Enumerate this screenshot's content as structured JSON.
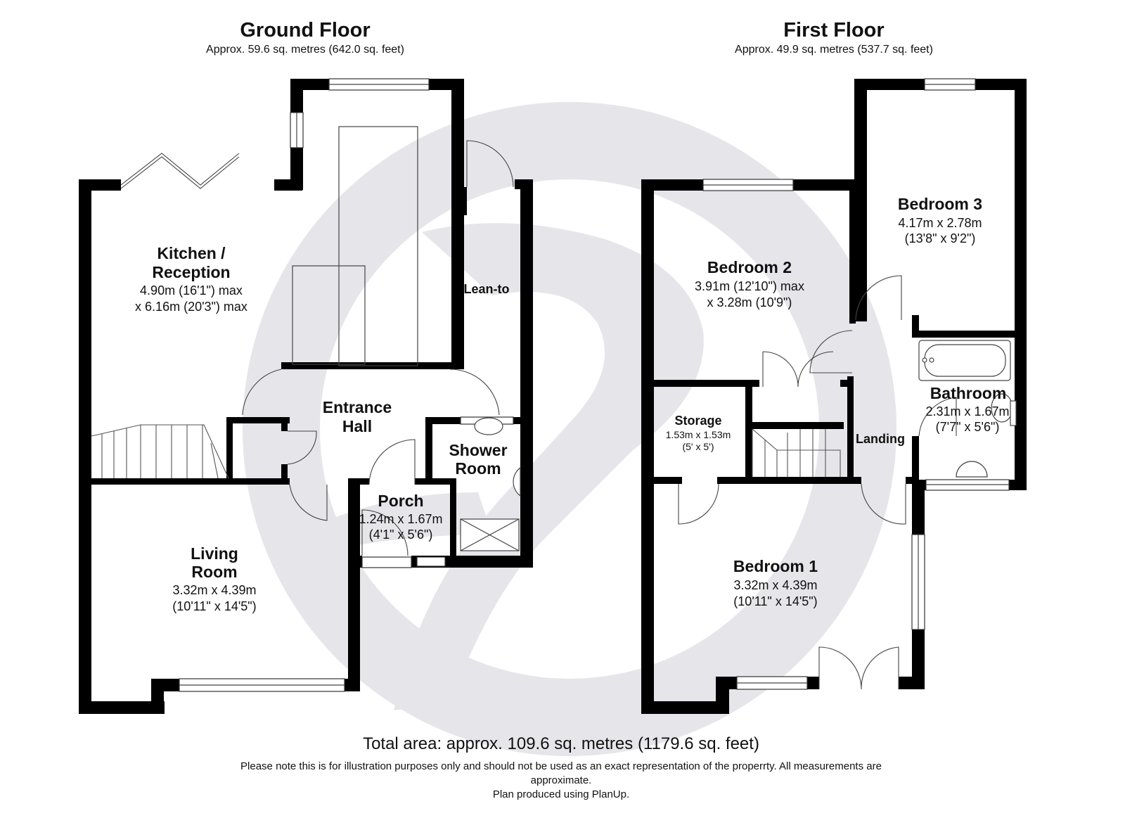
{
  "ground_floor": {
    "title": "Ground Floor",
    "area": "Approx. 59.6 sq. metres (642.0 sq. feet)",
    "rooms": {
      "kitchen": {
        "name_line1": "Kitchen /",
        "name_line2": "Reception",
        "dim_line1": "4.90m (16'1\") max",
        "dim_line2": "x 6.16m (20'3\") max"
      },
      "lean_to": {
        "name": "Lean-to"
      },
      "entrance_hall": {
        "name_line1": "Entrance",
        "name_line2": "Hall"
      },
      "shower_room": {
        "name_line1": "Shower",
        "name_line2": "Room"
      },
      "porch": {
        "name": "Porch",
        "dim_line1": "1.24m x 1.67m",
        "dim_line2": "(4'1\" x 5'6\")"
      },
      "living_room": {
        "name_line1": "Living",
        "name_line2": "Room",
        "dim_line1": "3.32m x 4.39m",
        "dim_line2": "(10'11\" x 14'5\")"
      }
    }
  },
  "first_floor": {
    "title": "First Floor",
    "area": "Approx. 49.9 sq. metres (537.7 sq. feet)",
    "rooms": {
      "bedroom3": {
        "name": "Bedroom 3",
        "dim_line1": "4.17m x 2.78m",
        "dim_line2": "(13'8\" x 9'2\")"
      },
      "bedroom2": {
        "name": "Bedroom 2",
        "dim_line1": "3.91m (12'10\") max",
        "dim_line2": "x 3.28m (10'9\")"
      },
      "storage": {
        "name": "Storage",
        "dim_line1": "1.53m x 1.53m",
        "dim_line2": "(5' x 5')"
      },
      "landing": {
        "name": "Landing"
      },
      "bathroom": {
        "name": "Bathroom",
        "dim_line1": "2.31m x 1.67m",
        "dim_line2": "(7'7\" x 5'6\")"
      },
      "bedroom1": {
        "name": "Bedroom 1",
        "dim_line1": "3.32m x 4.39m",
        "dim_line2": "(10'11\" x 14'5\")"
      }
    }
  },
  "footer": {
    "total": "Total area: approx. 109.6 sq. metres (1179.6 sq. feet)",
    "note_line1": "Please note this is for illustration purposes only and should not be used as an exact representation of the properrty. All measurements are",
    "note_line2": "approximate.",
    "note_line3": "Plan produced using PlanUp."
  },
  "colors": {
    "wall": "#000000",
    "watermark": "#e6e6ea",
    "background": "#ffffff"
  }
}
